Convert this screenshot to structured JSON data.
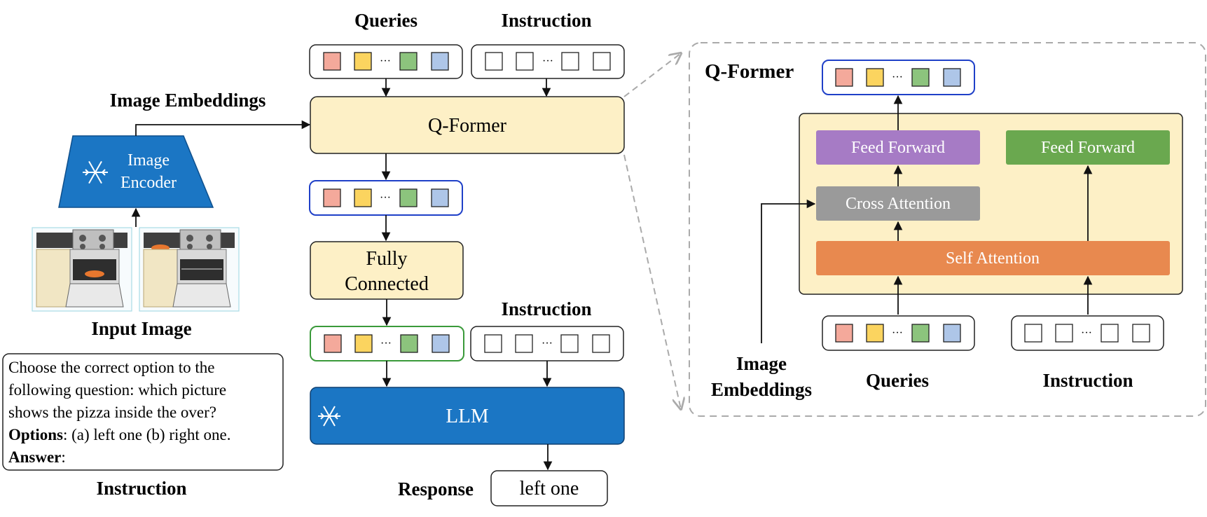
{
  "colors": {
    "pink": "#f4a99b",
    "yellow": "#fbd45f",
    "green": "#8cc47d",
    "blue": "#aec6e8",
    "cream": "#fdf0c6",
    "llm_blue": "#1b76c4",
    "encoder_blue": "#1b76c4",
    "purple": "#a67bc5",
    "ff_green": "#6aa84f",
    "gray": "#9a9a9a",
    "orange": "#e8894f",
    "query_border_blue": "#1f40c8",
    "query_border_green": "#3a9a3a"
  },
  "left": {
    "image_embeddings_label": "Image Embeddings",
    "encoder_line1": "Image",
    "encoder_line2": "Encoder",
    "input_image_label": "Input Image",
    "instruction_lines": [
      "Choose the correct option to the",
      "following question: which picture",
      "shows the pizza inside the over?"
    ],
    "options_bold": "Options",
    "options_text": ": (a) left one (b) right one.",
    "answer_bold": "Answer",
    "answer_text": ":",
    "instruction_label": "Instruction"
  },
  "middle": {
    "queries_label": "Queries",
    "instruction_label_top": "Instruction",
    "qformer_label": "Q-Former",
    "fc_line1": "Fully",
    "fc_line2": "Connected",
    "instruction_label_mid": "Instruction",
    "llm_label": "LLM",
    "response_label": "Response",
    "response_value": "left one",
    "ellipsis": "···"
  },
  "right": {
    "title": "Q-Former",
    "ff_left": "Feed Forward",
    "ff_right": "Feed Forward",
    "cross_attention": "Cross Attention",
    "self_attention": "Self Attention",
    "image_embeddings_line1": "Image",
    "image_embeddings_line2": "Embeddings",
    "queries_label": "Queries",
    "instruction_label": "Instruction"
  }
}
